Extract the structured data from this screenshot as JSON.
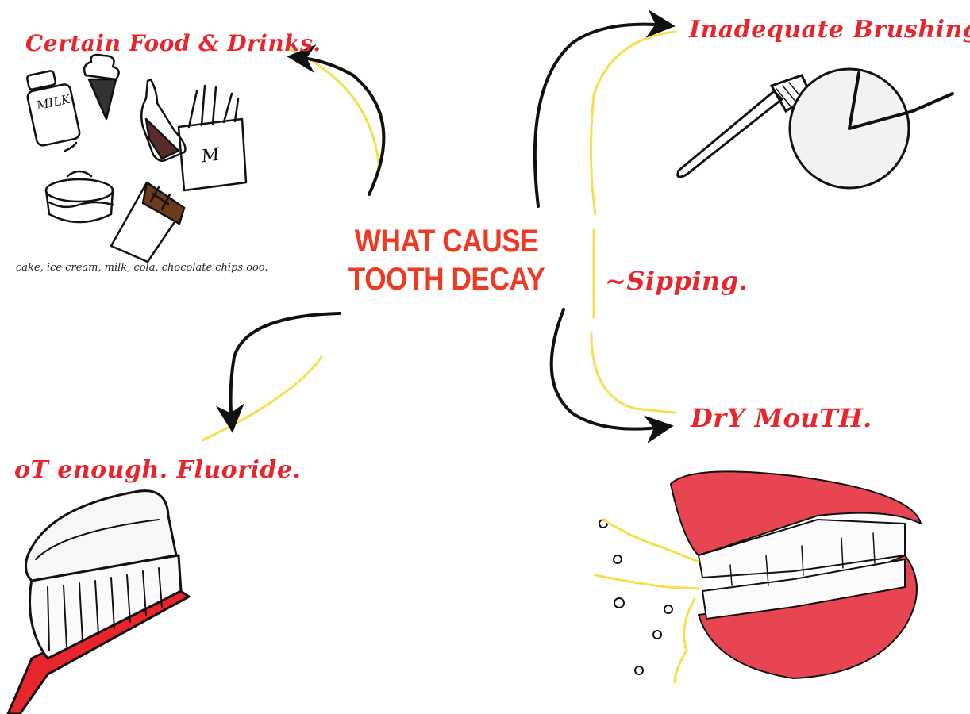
{
  "center": {
    "line1": "WHAT CAUSE",
    "line2": "TOOTH DECAY"
  },
  "causes": {
    "food": "Certain Food & Drinks.",
    "brushing": "Inadequate Brushing.",
    "sipping": "~Sipping.",
    "fluoride": "oT enough. Fluoride.",
    "dry_mouth": "DrY MouTH."
  },
  "food_caption": "cake, ice cream, milk, cola. chocolate chips ooo.",
  "milk_label": "MILK",
  "fries_label": "M",
  "colors": {
    "title_red": "#ee3a23",
    "hand_red": "#e8242c",
    "highlight_yellow": "#f4e04d",
    "arrow": "#111111",
    "lip_red": "#e64551"
  }
}
